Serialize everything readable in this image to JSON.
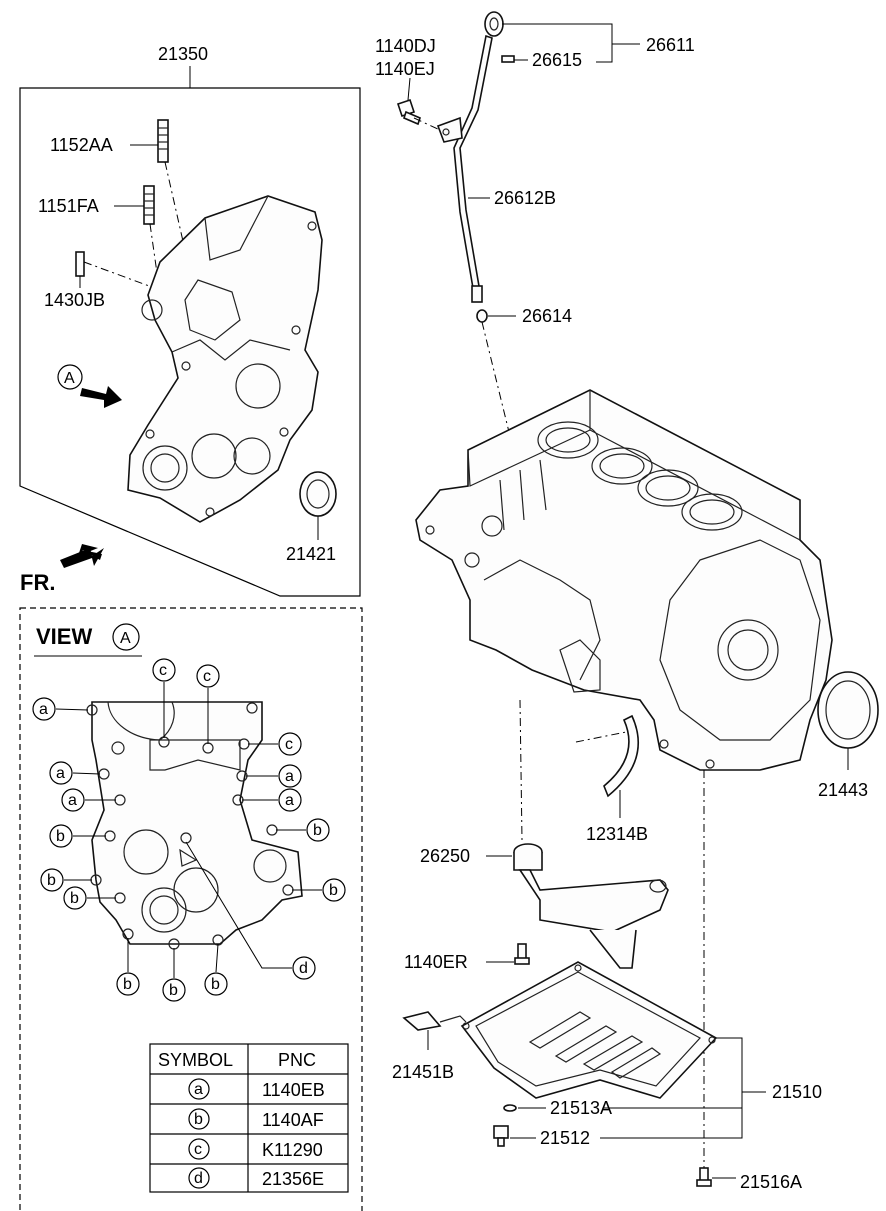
{
  "labels": {
    "cover_assy": "21350",
    "stud_1": "1152AA",
    "stud_2": "1151FA",
    "pin": "1430JB",
    "cover_seal": "21421",
    "bolt_dj": "1140DJ",
    "bolt_ej": "1140EJ",
    "gauge_assy": "26611",
    "gauge_rod": "26615",
    "gauge_tube": "26612B",
    "oring": "26614",
    "rear_seal": "21443",
    "bearing": "12314B",
    "strainer": "26250",
    "bolt_er": "1140ER",
    "sensor": "21451B",
    "oil_pan": "21510",
    "gasket": "21513A",
    "drain_plug": "21512",
    "pan_bolt": "21516A",
    "view_marker": "A",
    "front_mark": "FR."
  },
  "view": {
    "title": "VIEW",
    "marker": "A"
  },
  "bubbles": {
    "a": "a",
    "b": "b",
    "c": "c",
    "d": "d"
  },
  "table": {
    "headers": [
      "SYMBOL",
      "PNC"
    ],
    "rows": [
      {
        "symbol": "a",
        "pnc": "1140EB"
      },
      {
        "symbol": "b",
        "pnc": "1140AF"
      },
      {
        "symbol": "c",
        "pnc": "K11290"
      },
      {
        "symbol": "d",
        "pnc": "21356E"
      }
    ]
  }
}
